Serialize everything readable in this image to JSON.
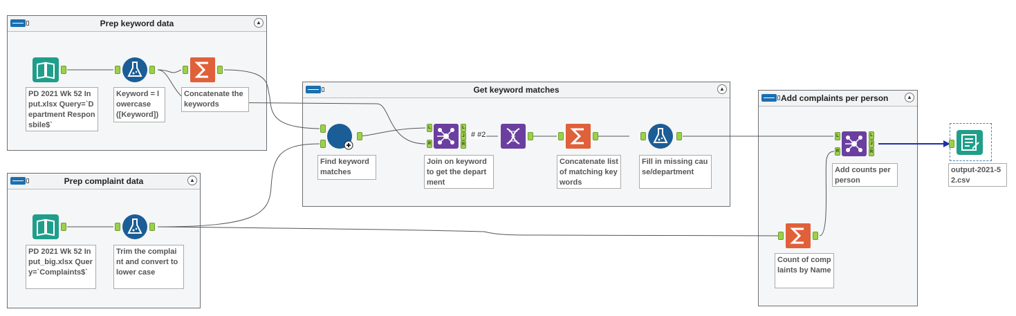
{
  "containers": {
    "prep_keyword": {
      "title": "Prep keyword data"
    },
    "prep_complaint": {
      "title": "Prep complaint data"
    },
    "get_matches": {
      "title": "Get keyword matches"
    },
    "add_complaints": {
      "title": "Add complaints per person"
    }
  },
  "tools": {
    "input_keyword": {
      "icon": "book-icon",
      "annotation": "PD 2021 Wk 52 Input.xlsx Query=`Department Responsbile$`"
    },
    "formula_keyword": {
      "icon": "flask-icon",
      "annotation": "Keyword = lowercase ([Keyword])"
    },
    "summarize_keyword": {
      "icon": "sigma-icon",
      "annotation": "Concatenate the keywords"
    },
    "input_complaint": {
      "icon": "book-icon",
      "annotation": "PD 2021 Wk 52 Input_big.xlsx Query=`Complaints$`"
    },
    "formula_complaint": {
      "icon": "flask-icon",
      "annotation": "Trim the complaint and convert to lower case"
    },
    "find_matches": {
      "icon": "find-replace-icon",
      "annotation": "Find keyword matches"
    },
    "join_keyword": {
      "icon": "join-icon",
      "annotation": "Join on keyword to get the department"
    },
    "dna": {
      "icon": "dna-icon"
    },
    "summarize_matches": {
      "icon": "sigma-icon",
      "annotation": "Concatenate list of matching keywords"
    },
    "formula_fill": {
      "icon": "flask-icon",
      "annotation": "Fill in missing cause/department"
    },
    "join_counts": {
      "icon": "join-icon",
      "annotation": "Add counts per person"
    },
    "summarize_count": {
      "icon": "sigma-icon",
      "annotation": "Count of complaints by Name"
    },
    "output": {
      "icon": "output-icon",
      "annotation": "output-2021-52.csv"
    }
  },
  "wire_label": "# #2",
  "colors": {
    "book": "#1f9e8a",
    "flask": "#1b5d96",
    "sigma": "#e0603a",
    "join": "#6b3fa0",
    "anchor": "#9bd14a",
    "wire": "#555555",
    "output_wire": "#1f2fa8"
  }
}
